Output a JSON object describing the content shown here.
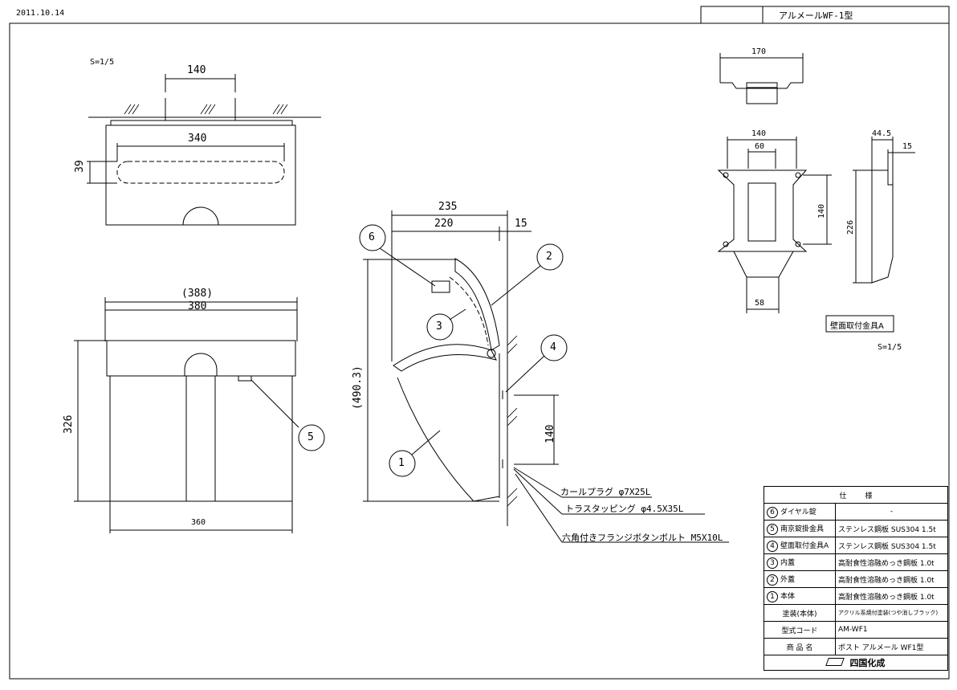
{
  "header": {
    "date": "2011.10.14",
    "title": "アルメールWF-1型"
  },
  "views": {
    "top": {
      "scale": "S=1/5",
      "dims": [
        "140",
        "340",
        "39"
      ]
    },
    "front": {
      "dims": [
        "(388)",
        "380",
        "326",
        "360"
      ]
    },
    "side": {
      "dims": [
        "235",
        "220",
        "15",
        "(490.3)",
        "140"
      ],
      "parts": [
        "1",
        "2",
        "3",
        "4",
        "5",
        "6"
      ],
      "notes": [
        "カールプラグ φ7X25L",
        "トラスタッピング φ4.5X35L",
        "六角付きフランジボタンボルト M5X10L"
      ]
    },
    "bracket": {
      "dims": [
        "170",
        "140",
        "60",
        "140",
        "58",
        "44.5",
        "15",
        "226"
      ],
      "label": "壁面取付金具A",
      "scale": "S=1/5"
    }
  },
  "spec_table": {
    "header_left": "仕",
    "header_right": "様",
    "rows": [
      {
        "no": "6",
        "name": "ダイヤル錠",
        "spec": "-"
      },
      {
        "no": "5",
        "name": "南京錠掛金具",
        "spec": "ステンレス鋼板 SUS304 1.5t"
      },
      {
        "no": "4",
        "name": "壁面取付金具A",
        "spec": "ステンレス鋼板 SUS304 1.5t"
      },
      {
        "no": "3",
        "name": "内蓋",
        "spec": "高耐食性溶融めっき鋼板 1.0t"
      },
      {
        "no": "2",
        "name": "外蓋",
        "spec": "高耐食性溶融めっき鋼板 1.0t"
      },
      {
        "no": "1",
        "name": "本体",
        "spec": "高耐食性溶融めっき鋼板 1.0t"
      }
    ],
    "paint_label": "塗装(本体)",
    "paint_value": "アクリル系焼付塗装(つや消しブラック)",
    "code_label": "型式コード",
    "code_value": "AM-WF1",
    "product_label": "商 品 名",
    "product_value": "ポスト アルメール WF1型",
    "maker": "四国化成"
  }
}
